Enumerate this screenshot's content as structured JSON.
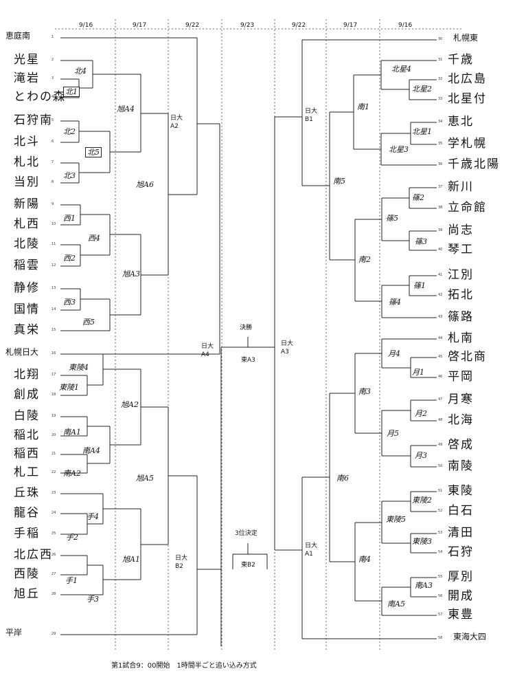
{
  "dates": {
    "left": [
      "9/16",
      "9/17",
      "9/22"
    ],
    "center": "9/23",
    "right": [
      "9/22",
      "9/17",
      "9/16"
    ]
  },
  "left_teams": [
    {
      "num": "1",
      "name": "恵庭南"
    },
    {
      "num": "2",
      "name": "光星"
    },
    {
      "num": "3",
      "name": "滝岩"
    },
    {
      "num": "4",
      "name": "とわの森"
    },
    {
      "num": "5",
      "name": "石狩南"
    },
    {
      "num": "6",
      "name": "北斗"
    },
    {
      "num": "7",
      "name": "札北"
    },
    {
      "num": "8",
      "name": "当別"
    },
    {
      "num": "9",
      "name": "新陽"
    },
    {
      "num": "10",
      "name": "札西"
    },
    {
      "num": "11",
      "name": "北陵"
    },
    {
      "num": "12",
      "name": "稲雲"
    },
    {
      "num": "13",
      "name": "静修"
    },
    {
      "num": "14",
      "name": "国情"
    },
    {
      "num": "15",
      "name": "真栄"
    },
    {
      "num": "16",
      "name": "札幌日大"
    },
    {
      "num": "17",
      "name": "北翔"
    },
    {
      "num": "18",
      "name": "創成"
    },
    {
      "num": "19",
      "name": "白陵"
    },
    {
      "num": "20",
      "name": "稲北"
    },
    {
      "num": "21",
      "name": "稲西"
    },
    {
      "num": "22",
      "name": "札工"
    },
    {
      "num": "23",
      "name": "丘珠"
    },
    {
      "num": "24",
      "name": "龍谷"
    },
    {
      "num": "25",
      "name": "手稲"
    },
    {
      "num": "26",
      "name": "北広西"
    },
    {
      "num": "27",
      "name": "西陵"
    },
    {
      "num": "28",
      "name": "旭丘"
    },
    {
      "num": "29",
      "name": "平岸"
    }
  ],
  "right_teams": [
    {
      "num": "30",
      "name": "札幌東"
    },
    {
      "num": "31",
      "name": "千歳"
    },
    {
      "num": "32",
      "name": "北広島"
    },
    {
      "num": "33",
      "name": "北星付"
    },
    {
      "num": "34",
      "name": "恵北"
    },
    {
      "num": "35",
      "name": "学札幌"
    },
    {
      "num": "36",
      "name": "千歳北陽"
    },
    {
      "num": "37",
      "name": "新川"
    },
    {
      "num": "38",
      "name": "立命館"
    },
    {
      "num": "39",
      "name": "尚志"
    },
    {
      "num": "40",
      "name": "琴工"
    },
    {
      "num": "41",
      "name": "江別"
    },
    {
      "num": "42",
      "name": "拓北"
    },
    {
      "num": "43",
      "name": "篠路"
    },
    {
      "num": "44",
      "name": "札南"
    },
    {
      "num": "45",
      "name": "啓北商"
    },
    {
      "num": "46",
      "name": "平岡"
    },
    {
      "num": "47",
      "name": "月寒"
    },
    {
      "num": "48",
      "name": "北海"
    },
    {
      "num": "49",
      "name": "啓成"
    },
    {
      "num": "50",
      "name": "南陵"
    },
    {
      "num": "51",
      "name": "東陵"
    },
    {
      "num": "52",
      "name": "白石"
    },
    {
      "num": "53",
      "name": "清田"
    },
    {
      "num": "54",
      "name": "石狩"
    },
    {
      "num": "55",
      "name": "厚別"
    },
    {
      "num": "56",
      "name": "開成"
    },
    {
      "num": "57",
      "name": "東豊"
    },
    {
      "num": "58",
      "name": "東海大四"
    }
  ],
  "left_venues": {
    "r1": [
      "北4",
      "北1",
      "北2",
      "北5",
      "北3",
      "西1",
      "西4",
      "西2",
      "西3",
      "西5",
      "東陵4",
      "東陵1",
      "南A1",
      "南A4",
      "南A2",
      "手4",
      "手2",
      "手1",
      "手3"
    ],
    "r2": [
      "旭A4",
      "旭A6",
      "旭A3",
      "旭A2",
      "旭A5",
      "旭A1"
    ],
    "r3": [
      "日大",
      "A2",
      "日大",
      "A4",
      "日大",
      "B2"
    ]
  },
  "right_venues": {
    "r1": [
      "北星4",
      "北星2",
      "北星1",
      "北星3",
      "篠2",
      "篠5",
      "篠3",
      "篠1",
      "篠4",
      "月4",
      "月1",
      "月2",
      "月5",
      "月3",
      "東陵2",
      "東陵5",
      "東陵3",
      "南A3",
      "南A5"
    ],
    "r2": [
      "南1",
      "南5",
      "南2",
      "南3",
      "南6",
      "南4"
    ],
    "r3": [
      "日大",
      "B1",
      "日大",
      "A3",
      "日大",
      "A1"
    ]
  },
  "center": {
    "final_label": "決勝",
    "final_venue": "東A3",
    "third_label": "3位決定",
    "third_venue": "東B2"
  },
  "footer": "第1試合9：00開始　1時間半ごと追い込み方式"
}
